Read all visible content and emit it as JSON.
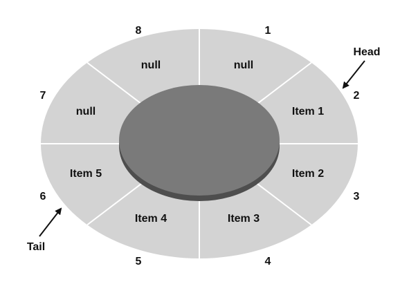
{
  "colors": {
    "ring": "#d3d3d3",
    "divider": "#ffffff",
    "hub_top": "#7a7a7a",
    "hub_side": "#4e4e4e",
    "text": "#111111"
  },
  "slots": [
    {
      "index": "1",
      "content": "null"
    },
    {
      "index": "2",
      "content": "Item 1"
    },
    {
      "index": "3",
      "content": "Item 2"
    },
    {
      "index": "4",
      "content": "Item 3"
    },
    {
      "index": "5",
      "content": "Item 4"
    },
    {
      "index": "6",
      "content": "Item 5"
    },
    {
      "index": "7",
      "content": "null"
    },
    {
      "index": "8",
      "content": "null"
    }
  ],
  "pointers": {
    "head": "Head",
    "tail": "Tail"
  }
}
